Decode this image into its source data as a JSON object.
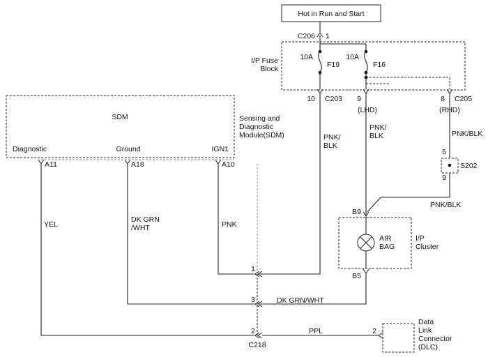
{
  "power": {
    "label": "Hot in Run and Start"
  },
  "fuse_block": {
    "name": "I/P Fuse Block",
    "name_line1": "I/P Fuse",
    "name_line2": "Block",
    "input_connector": "C206",
    "input_pin": "1",
    "fuses": [
      {
        "id": "F19",
        "rating": "10A"
      },
      {
        "id": "F16",
        "rating": "10A"
      }
    ],
    "outputs": [
      {
        "pin": "10",
        "connector": "C203"
      },
      {
        "pin": "9",
        "note": "(LHD)"
      },
      {
        "pin": "8",
        "connector": "C205",
        "note": "(RHD)"
      }
    ]
  },
  "sdm": {
    "title": "SDM",
    "description_line1": "Sensing and",
    "description_line2": "Diagnostic",
    "description_line3": "Module(SDM)",
    "pins": [
      {
        "name": "Diagnostic",
        "pin": "A11"
      },
      {
        "name": "Ground",
        "pin": "A18"
      },
      {
        "name": "IGN1",
        "pin": "A10"
      }
    ]
  },
  "wires": {
    "c203_color_l1": "PNK/",
    "c203_color_l2": "BLK",
    "lhd_color_l1": "PNK/",
    "lhd_color_l2": "BLK",
    "rhd_color": "PNK/BLK",
    "s202_to_b9_color": "PNK/BLK",
    "diag_color": "YEL",
    "ground_color_l1": "DK GRN",
    "ground_color_l2": "/WHT",
    "ign_color": "PNK",
    "cluster_ground_color": "DK GRN/WHT",
    "dlc_color": "PPL"
  },
  "splice": {
    "id": "S202",
    "pin_top": "5",
    "pin_bottom": "9"
  },
  "cluster": {
    "name_line1": "I/P",
    "name_line2": "Cluster",
    "lamp_line1": "AIR",
    "lamp_line2": "BAG",
    "pin_top": "B9",
    "pin_bottom": "B5"
  },
  "c218": {
    "id": "C218",
    "pins": [
      "1",
      "3",
      "2"
    ]
  },
  "dlc": {
    "pin": "2",
    "name_line1": "Data",
    "name_line2": "Link",
    "name_line3": "Connector",
    "name_line4": "(DLC)"
  }
}
